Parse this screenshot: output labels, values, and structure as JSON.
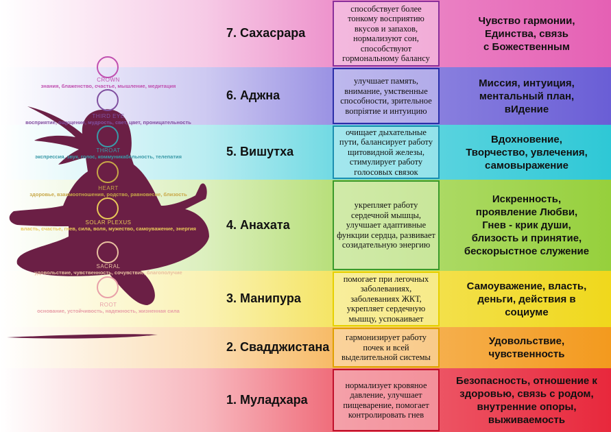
{
  "chakras": [
    {
      "name": "7. Сахасрара",
      "desc": "способствует более тонкому восприятию вкусов и запахов, нормализуют сон, способствуют гормональному балансу",
      "meaning": "Чувство гармонии,\nЕдинства, связь\nс Божественным",
      "color": "#e560b4",
      "border": "#8a2f9a"
    },
    {
      "name": "6. Аджна",
      "desc": "улучшает память, внимание, умственные способности, зрительное вопрiятие и интуицию",
      "meaning": "Миссия, интуиция,\nментальный план,\nвИдение",
      "color": "#6a5ed6",
      "border": "#2a2ea8"
    },
    {
      "name": "5. Вишутха",
      "desc": "очищает дыхательные пути, балансирует работу щитовидной железы, стимулирует работу голосовых связок",
      "meaning": "Вдохновение,\nТворчество, увлечения,\nсамовыражение",
      "color": "#2ec8d6",
      "border": "#1a8fb0"
    },
    {
      "name": "4. Анахата",
      "desc": "укрепляет работу сердечной мышцы, улучшает адаптивные функции сердца, развивает созидательную энергию",
      "meaning": "Искренность,\nпроявление Любви,\nГнев - крик души,\nблизость и принятие,\nбескорыстное служение",
      "color": "#96d03c",
      "border": "#3a9a2a"
    },
    {
      "name": "3. Манипура",
      "desc": "помогает при легочных заболеваниях, заболеваниях ЖКТ, укрепляет сердечную мышцу, успокаивает",
      "meaning": "Самоуважение, власть,\nденьги, действия в\nсоциуме",
      "color": "#f0d81c",
      "border": "#e6d000"
    },
    {
      "name": "2. Свадджистана",
      "desc": "гармонизирует  работу почек и всей выделительной системы",
      "meaning": "Удовольствие,\nчувственность",
      "color": "#f39a1e",
      "border": "#e0a000"
    },
    {
      "name": "1. Муладхара",
      "desc": "нормализует кровяное давление, улучшает пищеварение, помогает контролировать гнев",
      "meaning": "Безопасность, отношение к\nздоровью, связь с родом,\nвнутренние опоры,\nвыживаемость",
      "color": "#e8283c",
      "border": "#c0102a"
    }
  ],
  "figure_labels": [
    {
      "title": "CROWN",
      "text": "знания, блаженство, счастье, мышление, медитация",
      "color": "#c050b0"
    },
    {
      "title": "THIRD EYE",
      "text": "восприятие, ощущение, мудрость, свет, цвет, проницательность",
      "color": "#8050a0"
    },
    {
      "title": "THROAT",
      "text": "экспрессия, звук, голос, коммуникабельность, телепатия",
      "color": "#3a9aa8"
    },
    {
      "title": "HEART",
      "text": "здоровье, взаимоотношения, родство, равновесие, близость",
      "color": "#c8a848"
    },
    {
      "title": "SOLAR PLEXUS",
      "text": "власть, счастье, гнев, сила, воля, мужество, самоуважение, энергия",
      "color": "#e8c858"
    },
    {
      "title": "SACRAL",
      "text": "удовольствие, чувственность, сочувствие, благополучие",
      "color": "#e8c0a0"
    },
    {
      "title": "ROOT",
      "text": "основание, устойчивость, надежность, жизненная сила",
      "color": "#e8a0a8"
    }
  ]
}
